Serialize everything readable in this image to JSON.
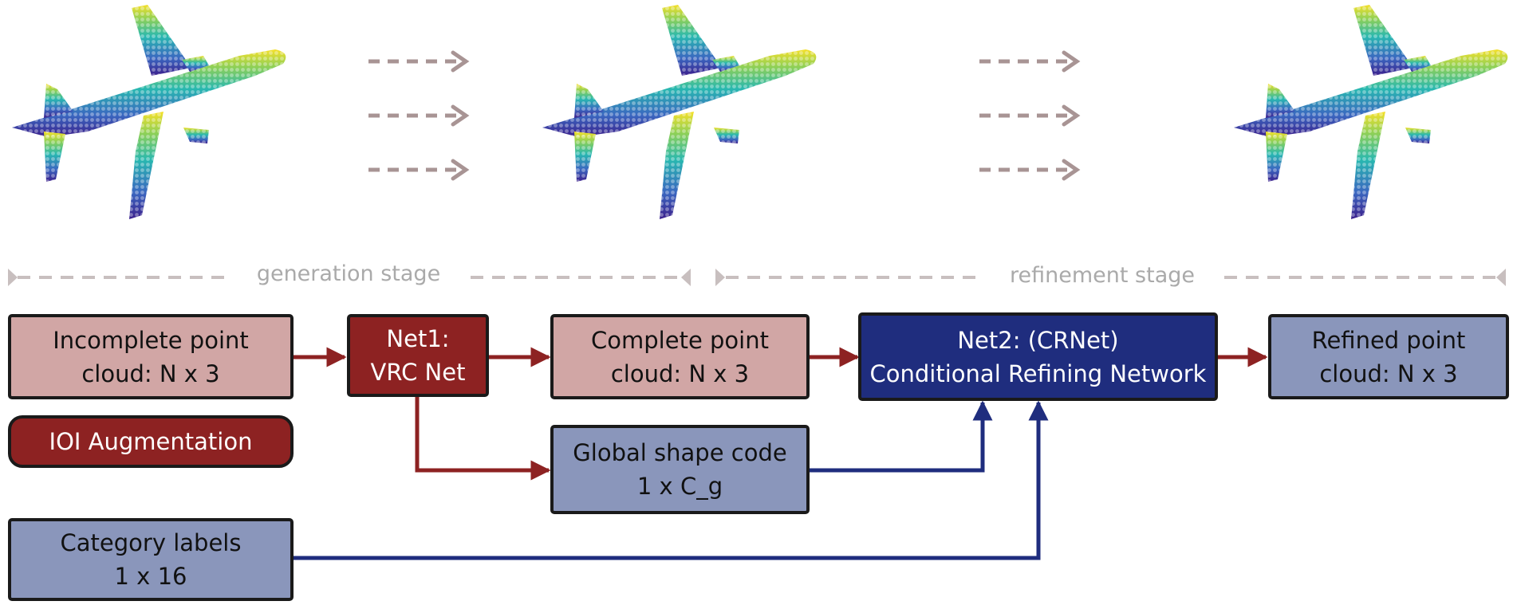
{
  "stages": {
    "generation": "generation stage",
    "refinement": "refinement stage"
  },
  "nodes": {
    "incomplete": "Incomplete point\ncloud: N x 3",
    "net1": "Net1:\nVRC Net",
    "complete": "Complete point\ncloud: N x 3",
    "net2": "Net2: (CRNet)\nConditional Refining Network",
    "refined": "Refined point\ncloud: N x 3",
    "ioi": "IOI Augmentation",
    "global_code": "Global shape code\n1 x C_g",
    "category": "Category labels\n1 x 16"
  },
  "colors": {
    "pink": "#d1a6a5",
    "dark_red": "#8d2222",
    "slate": "#8a96bb",
    "navy": "#1f2d7e",
    "arrow_red": "#8d2222",
    "arrow_blue": "#1f2d7e",
    "dashed_arrow": "#a89494",
    "stage_line": "#c8bfbf"
  },
  "icons": [
    "airplane-point-cloud-incomplete",
    "airplane-point-cloud-complete",
    "airplane-point-cloud-refined"
  ]
}
